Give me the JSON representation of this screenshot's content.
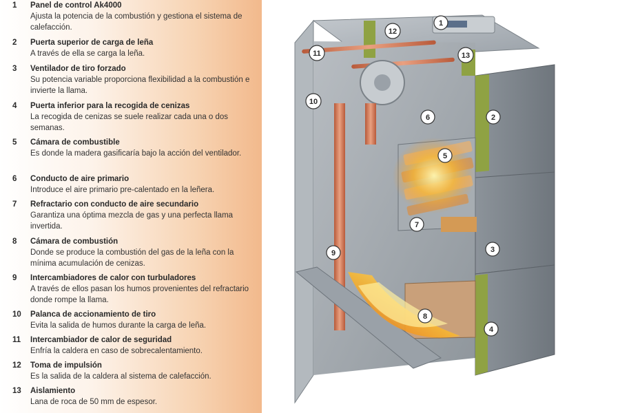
{
  "legend": [
    {
      "num": "1",
      "title": "Panel de control Ak4000",
      "desc": "Ajusta la potencia de la combustión y gestiona el sistema de calefacción."
    },
    {
      "num": "2",
      "title": "Puerta superior de carga de leña",
      "desc": "A través de ella se carga la leña."
    },
    {
      "num": "3",
      "title": "Ventilador de tiro forzado",
      "desc": "Su potencia variable proporciona flexibilidad a la combustión e invierte la llama."
    },
    {
      "num": "4",
      "title": "Puerta inferior para la recogida de cenizas",
      "desc": "La recogida de cenizas se suele realizar cada una o dos semanas."
    },
    {
      "num": "5",
      "title": "Cámara de combustible",
      "desc": "Es donde la madera gasificaría bajo la acción del ventilador."
    },
    {
      "num": "6",
      "title": "Conducto de aire primario",
      "desc": "Introduce el aire primario pre-calentado en la leñera."
    },
    {
      "num": "7",
      "title": "Refractario con conducto de aire secundario",
      "desc": "Garantiza una óptima mezcla de gas y una perfecta llama invertida."
    },
    {
      "num": "8",
      "title": "Cámara de combustión",
      "desc": "Donde se produce la combustión del gas de la leña con la mínima acumulación de cenizas."
    },
    {
      "num": "9",
      "title": "Intercambiadores de calor con turbuladores",
      "desc": "A través de ellos pasan los humos provenientes del refractario donde rompe la llama."
    },
    {
      "num": "10",
      "title": "Palanca de accionamiento de tiro",
      "desc": "Evita la salida de humos durante la carga de leña."
    },
    {
      "num": "11",
      "title": "Intercambiador de calor de seguridad",
      "desc": "Enfría la caldera en caso de sobrecalentamiento."
    },
    {
      "num": "12",
      "title": "Toma de impulsión",
      "desc": "Es la salida de la caldera al sistema de calefacción."
    },
    {
      "num": "13",
      "title": "Aislamiento",
      "desc": "Lana de roca de 50 mm de espesor."
    }
  ],
  "callouts": [
    "1",
    "2",
    "3",
    "4",
    "5",
    "6",
    "7",
    "8",
    "9",
    "10",
    "11",
    "12",
    "13"
  ],
  "colors": {
    "steel": "#9aa1a8",
    "steel_dark": "#6d747b",
    "insulation": "#8fa243",
    "flame": "#f39a2a",
    "firebrick": "#c9a07a",
    "copper": "#c8743c"
  }
}
